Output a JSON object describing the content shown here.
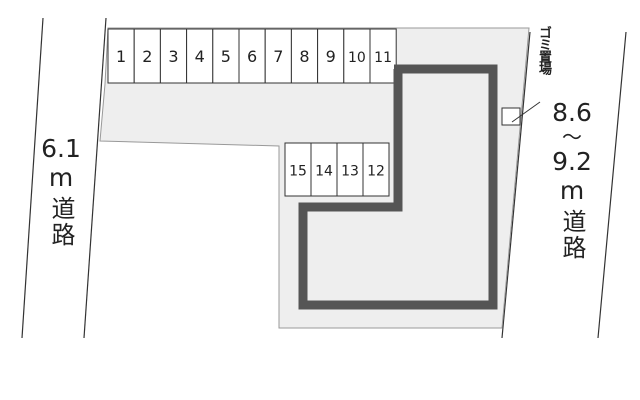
{
  "parking": {
    "top_row": [
      "1",
      "2",
      "3",
      "4",
      "5",
      "6",
      "7",
      "8",
      "9",
      "10",
      "11"
    ],
    "bottom_row": [
      "15",
      "14",
      "13",
      "12"
    ]
  },
  "garbage": {
    "label": "ゴミ置場"
  },
  "roads": {
    "left": {
      "width": "6.1",
      "unit": "m",
      "name": "道路"
    },
    "right": {
      "width_min": "8.6",
      "tilde": "～",
      "width_max": "9.2",
      "unit": "m",
      "name": "道路"
    }
  },
  "colors": {
    "site_fill": "#eeeeee",
    "building_stroke": "#555555",
    "line": "#333333"
  }
}
